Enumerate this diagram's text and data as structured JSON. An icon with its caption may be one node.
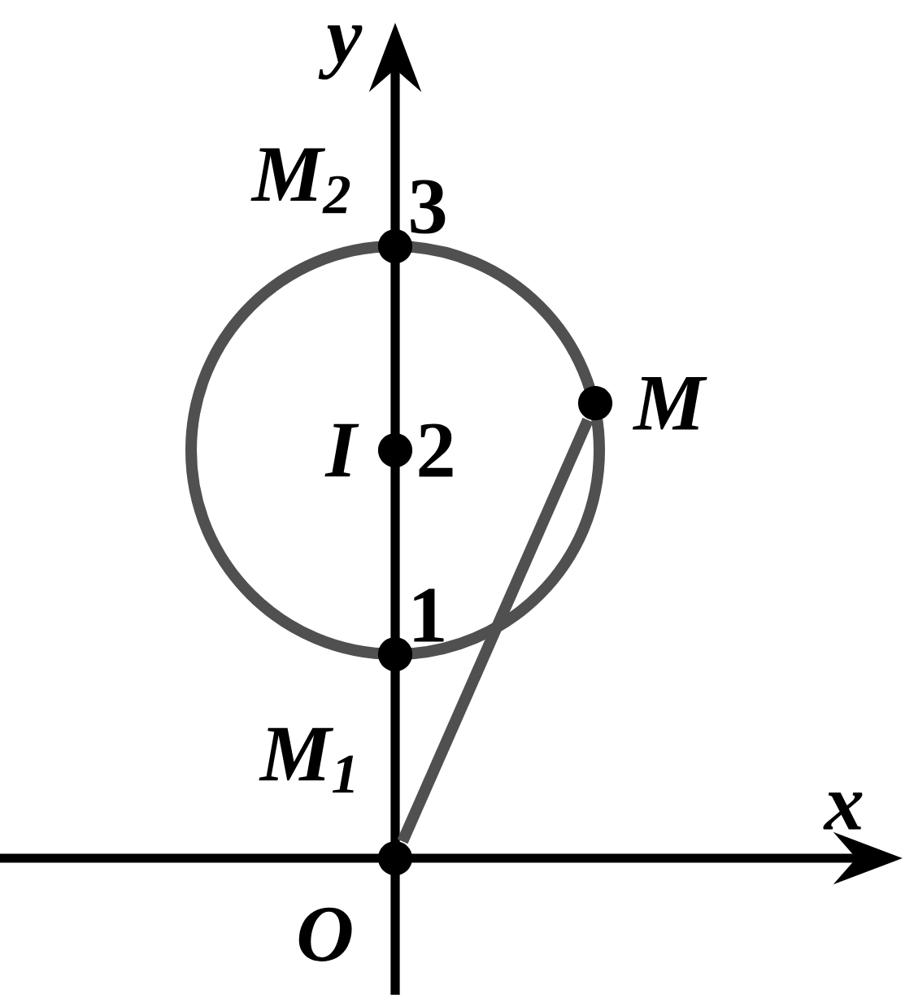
{
  "diagram": {
    "nodes": [
      {
        "text": [
          "M$_{2}$"
        ]
      },
      {
        "text": [
          "I"
        ]
      },
      {
        "text": [
          "M"
        ]
      },
      {
        "text": [
          "M$_{1}$"
        ]
      },
      {
        "text": [
          "O"
        ]
      }
    ],
    "edges": [
      {
        "from": 4,
        "to": 2,
        "arrow": "none"
      }
    ],
    "labels": [
      "y",
      "3",
      "2",
      "1",
      "x"
    ]
  }
}
